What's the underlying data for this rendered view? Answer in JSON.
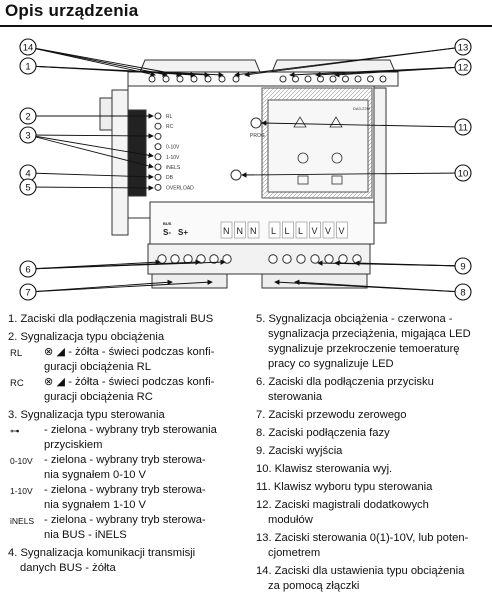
{
  "title": "Opis urządzenia",
  "diagram": {
    "callouts_left": [
      "14",
      "1",
      "2",
      "3",
      "4",
      "5",
      "6",
      "7"
    ],
    "callouts_right": [
      "13",
      "12",
      "11",
      "10",
      "9",
      "8"
    ],
    "led_labels": [
      "RL",
      "RC",
      "",
      "0-10V",
      "1-10V",
      "iNELS",
      "DB",
      "OVERLOAD"
    ],
    "prog_label": "PROG",
    "terminal_labels_top": [
      "BUS",
      "S-",
      "S+"
    ],
    "terminal_letters": [
      "N",
      "N",
      "N",
      "L",
      "L",
      "L",
      "V",
      "V",
      "V"
    ],
    "panel_code": "DA3-22M"
  },
  "left_list": {
    "item1": "1. Zaciski dla podłączenia magistrali BUS",
    "item2": "2. Sygnalizacja typu obciążenia",
    "rl_label": "RL",
    "rl_text_a": "- żółta - świeci podczas konfi-",
    "rl_text_b": "guracji obciążenia RL",
    "rc_label": "RC",
    "rc_text_a": "- żółta - świeci podczas konfi-",
    "rc_text_b": "guracji obciążenia RC",
    "item3": "3. Sygnalizacja typu sterowania",
    "push_text_a": "- zielona - wybrany tryb sterowania",
    "push_text_b": "przyciskiem",
    "v010_label": "0-10V",
    "v010_text_a": "- zielona - wybrany tryb sterowa-",
    "v010_text_b": "nia sygnałem 0-10 V",
    "v110_label": "1-10V",
    "v110_text_a": "- zielona - wybrany tryb sterowa-",
    "v110_text_b": "nia sygnałem 1-10 V",
    "inels_label": "iNELS",
    "inels_text_a": "- zielona - wybrany tryb sterowa-",
    "inels_text_b": "nia BUS - iNELS",
    "item4_a": "4. Sygnalizacja komunikacji transmisji",
    "item4_b": "danych BUS - żółta"
  },
  "right_list": {
    "item5_a": "5. Sygnalizacja obciążenia - czerwona -",
    "item5_b": "sygnalizacja przeciążenia, migająca LED",
    "item5_c": "sygnalizuje przekroczenie temoeraturę",
    "item5_d": "pracy co sygnalizuje LED",
    "item6_a": "6. Zaciski dla podłączenia przycisku",
    "item6_b": "sterowania",
    "item7": "7. Zaciski przewodu zerowego",
    "item8": "8. Zaciski podłączenia fazy",
    "item9": "9. Zaciski wyjścia",
    "item10": "10. Klawisz sterowania wyj.",
    "item11": "11. Klawisz wyboru typu sterowania",
    "item12_a": "12. Zaciski magistrali dodatkowych",
    "item12_b": "modułów",
    "item13_a": "13. Zaciski sterowania 0(1)-10V, lub poten-",
    "item13_b": "cjometrem",
    "item14_a": "14. Zaciski dla ustawienia typu obciążenia",
    "item14_b": "za pomocą złączki"
  }
}
